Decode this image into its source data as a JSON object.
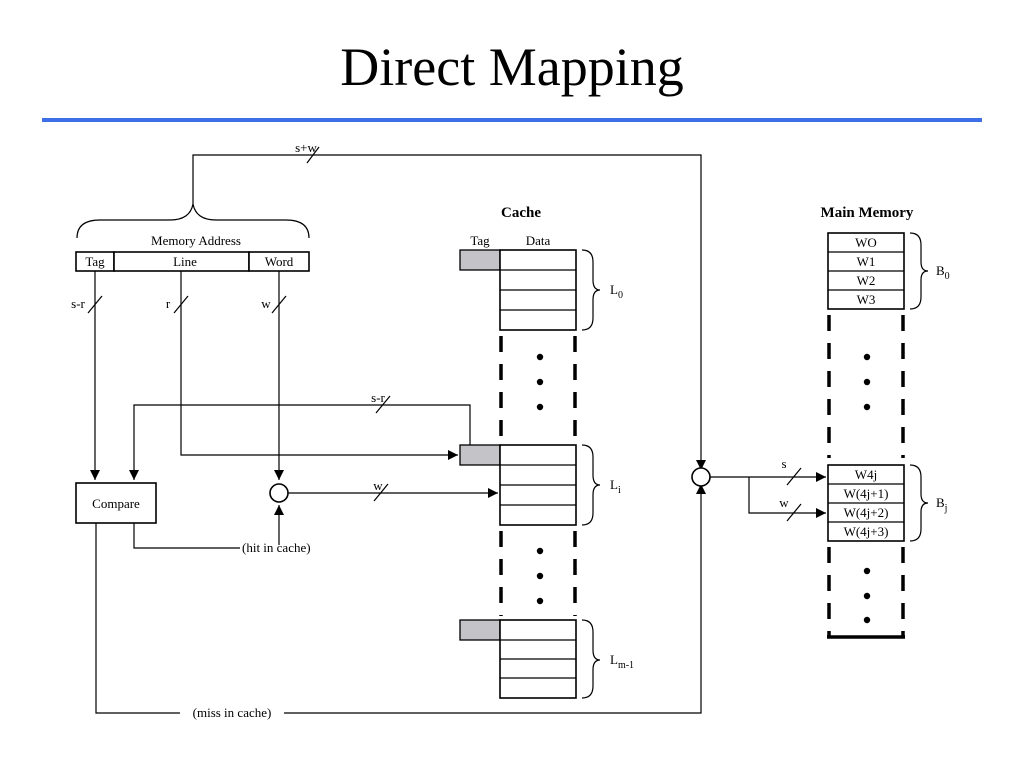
{
  "title": "Direct Mapping",
  "colors": {
    "title_rule": "#3f6fe8",
    "tag_fill": "#c4c4c8"
  },
  "memory_address": {
    "label": "Memory Address",
    "fields": [
      "Tag",
      "Line",
      "Word"
    ],
    "widths": [
      "s-r",
      "r",
      "w"
    ]
  },
  "bus_labels": {
    "top": "s+w",
    "tag_to_compare": "s-r",
    "word_to_cache": "w",
    "to_main_s": "s",
    "to_main_w": "w"
  },
  "compare_label": "Compare",
  "hit_label": "(hit in cache)",
  "miss_label": "(miss in cache)",
  "cache": {
    "title": "Cache",
    "col_tag": "Tag",
    "col_data": "Data",
    "line_labels": [
      {
        "main": "L",
        "sub": "0"
      },
      {
        "main": "L",
        "sub": "i"
      },
      {
        "main": "L",
        "sub": "m-1"
      }
    ]
  },
  "main_memory": {
    "title": "Main Memory",
    "block0_words": [
      "WO",
      "W1",
      "W2",
      "W3"
    ],
    "blockj_words": [
      "W4j",
      "W(4j+1)",
      "W(4j+2)",
      "W(4j+3)"
    ],
    "block_labels": [
      {
        "main": "B",
        "sub": "0"
      },
      {
        "main": "B",
        "sub": "j"
      }
    ]
  }
}
